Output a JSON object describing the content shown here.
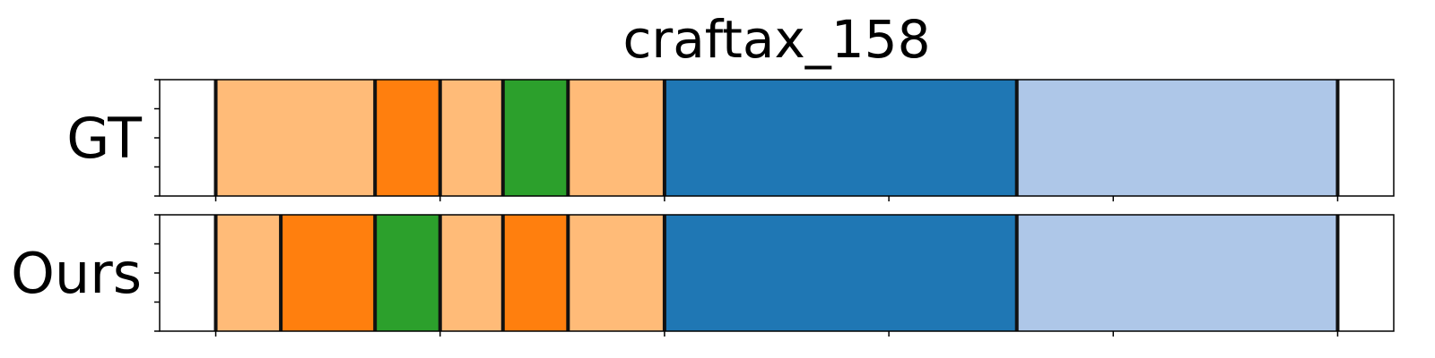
{
  "chart_data": {
    "type": "segmentation-timeline",
    "title": "craftax_158",
    "x_range": [
      -25,
      525
    ],
    "x_ticks": [
      0,
      100,
      200,
      300,
      400,
      500
    ],
    "show_x_tick_labels": false,
    "y_ticks_per_row": 5,
    "grid": false,
    "colors": {
      "light-orange": "#ffbb78",
      "orange": "#ff7f0e",
      "green": "#2ca02c",
      "blue": "#1f77b4",
      "light-blue": "#aec7e8",
      "boundary": "#111111"
    },
    "rows": [
      {
        "label": "GT",
        "segments": [
          {
            "start": 0,
            "end": 71,
            "color": "light-orange"
          },
          {
            "start": 71,
            "end": 100,
            "color": "orange"
          },
          {
            "start": 100,
            "end": 128,
            "color": "light-orange"
          },
          {
            "start": 128,
            "end": 157,
            "color": "green"
          },
          {
            "start": 157,
            "end": 200,
            "color": "light-orange"
          },
          {
            "start": 200,
            "end": 357,
            "color": "blue"
          },
          {
            "start": 357,
            "end": 500,
            "color": "light-blue"
          }
        ]
      },
      {
        "label": "Ours",
        "segments": [
          {
            "start": 0,
            "end": 29,
            "color": "light-orange"
          },
          {
            "start": 29,
            "end": 71,
            "color": "orange"
          },
          {
            "start": 71,
            "end": 100,
            "color": "green"
          },
          {
            "start": 100,
            "end": 128,
            "color": "light-orange"
          },
          {
            "start": 128,
            "end": 157,
            "color": "orange"
          },
          {
            "start": 157,
            "end": 200,
            "color": "light-orange"
          },
          {
            "start": 200,
            "end": 357,
            "color": "blue"
          },
          {
            "start": 357,
            "end": 500,
            "color": "light-blue"
          }
        ]
      }
    ]
  }
}
